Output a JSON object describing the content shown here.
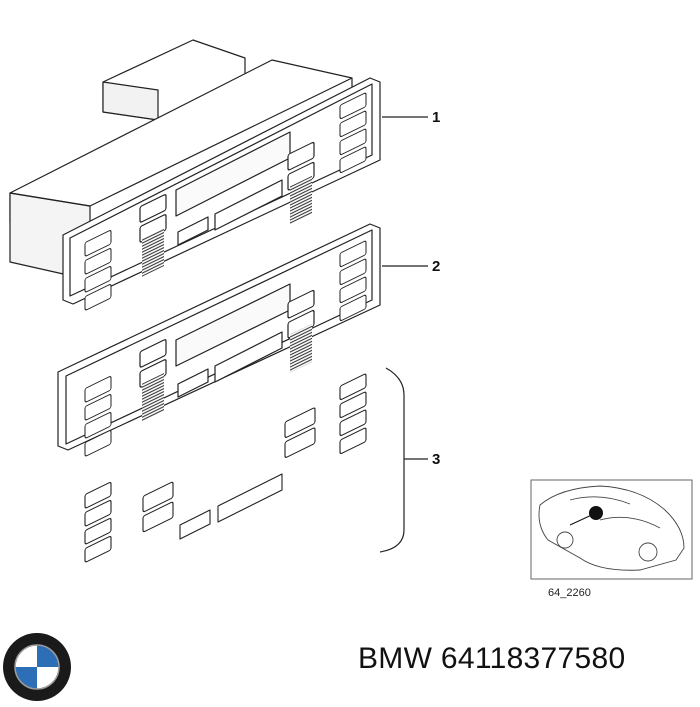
{
  "callouts": [
    "1",
    "2",
    "3"
  ],
  "inset": {
    "ref_code": "64_2260"
  },
  "footer": {
    "brand": "BMW",
    "part_number": "64118377580"
  },
  "logo": {
    "icon": "bmw-roundel-icon",
    "colors": {
      "ring": "#1a1a1a",
      "blue": "#2d6fb7",
      "white": "#ffffff"
    }
  }
}
